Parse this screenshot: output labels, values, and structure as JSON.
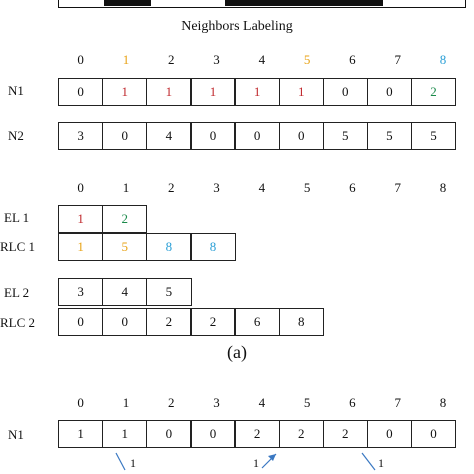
{
  "colors": {
    "red": "#c0282d",
    "orange": "#e8a317",
    "green": "#1a8a4a",
    "blue": "#2a9fd6",
    "black": "#111111",
    "arrow": "#3a78c2"
  },
  "title": "Neighbors Labeling",
  "caption": "(a)",
  "header_a": [
    {
      "t": "0",
      "c": "black"
    },
    {
      "t": "1",
      "c": "orange"
    },
    {
      "t": "2",
      "c": "black"
    },
    {
      "t": "3",
      "c": "black"
    },
    {
      "t": "4",
      "c": "black"
    },
    {
      "t": "5",
      "c": "orange"
    },
    {
      "t": "6",
      "c": "black"
    },
    {
      "t": "7",
      "c": "black"
    },
    {
      "t": "8",
      "c": "blue"
    }
  ],
  "n1": {
    "label": "N1",
    "cells": [
      {
        "t": "0",
        "c": "black"
      },
      {
        "t": "1",
        "c": "red"
      },
      {
        "t": "1",
        "c": "red"
      },
      {
        "t": "1",
        "c": "red"
      },
      {
        "t": "1",
        "c": "red"
      },
      {
        "t": "1",
        "c": "red"
      },
      {
        "t": "0",
        "c": "black"
      },
      {
        "t": "0",
        "c": "black"
      },
      {
        "t": "2",
        "c": "green"
      }
    ]
  },
  "n2": {
    "label": "N2",
    "cells": [
      {
        "t": "3",
        "c": "black"
      },
      {
        "t": "0",
        "c": "black"
      },
      {
        "t": "4",
        "c": "black"
      },
      {
        "t": "0",
        "c": "black"
      },
      {
        "t": "0",
        "c": "black"
      },
      {
        "t": "0",
        "c": "black"
      },
      {
        "t": "5",
        "c": "black"
      },
      {
        "t": "5",
        "c": "black"
      },
      {
        "t": "5",
        "c": "black"
      }
    ]
  },
  "header_b": [
    "0",
    "1",
    "2",
    "3",
    "4",
    "5",
    "6",
    "7",
    "8"
  ],
  "el1": {
    "label": "EL 1",
    "cells": [
      {
        "t": "1",
        "c": "red"
      },
      {
        "t": "2",
        "c": "green"
      }
    ]
  },
  "rlc1": {
    "label": "RLC 1",
    "cells": [
      {
        "t": "1",
        "c": "orange"
      },
      {
        "t": "5",
        "c": "orange"
      },
      {
        "t": "8",
        "c": "blue"
      },
      {
        "t": "8",
        "c": "blue"
      }
    ]
  },
  "el2": {
    "label": "EL 2",
    "cells": [
      {
        "t": "3",
        "c": "black"
      },
      {
        "t": "4",
        "c": "black"
      },
      {
        "t": "5",
        "c": "black"
      }
    ]
  },
  "rlc2": {
    "label": "RLC 2",
    "cells": [
      {
        "t": "0",
        "c": "black"
      },
      {
        "t": "0",
        "c": "black"
      },
      {
        "t": "2",
        "c": "black"
      },
      {
        "t": "2",
        "c": "black"
      },
      {
        "t": "6",
        "c": "black"
      },
      {
        "t": "8",
        "c": "black"
      }
    ]
  },
  "header_c": [
    "0",
    "1",
    "2",
    "3",
    "4",
    "5",
    "6",
    "7",
    "8"
  ],
  "n1b": {
    "label": "N1",
    "cells": [
      {
        "t": "1",
        "c": "black"
      },
      {
        "t": "1",
        "c": "black"
      },
      {
        "t": "0",
        "c": "black"
      },
      {
        "t": "0",
        "c": "black"
      },
      {
        "t": "2",
        "c": "black"
      },
      {
        "t": "2",
        "c": "black"
      },
      {
        "t": "2",
        "c": "black"
      },
      {
        "t": "0",
        "c": "black"
      },
      {
        "t": "0",
        "c": "black"
      }
    ]
  },
  "annotations": [
    "1",
    "1",
    "1"
  ]
}
